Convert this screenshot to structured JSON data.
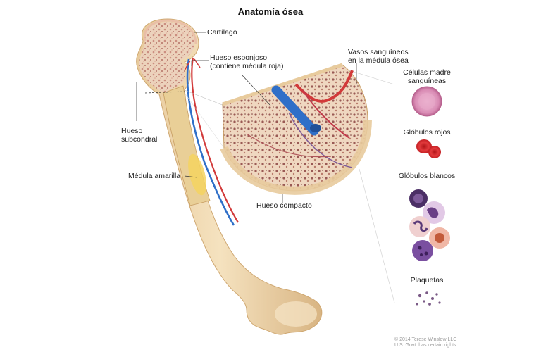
{
  "title": "Anatomía ósea",
  "labels": {
    "cartilago": "Cartílago",
    "hueso_esponjoso_1": "Hueso esponjoso",
    "hueso_esponjoso_2": "(contiene médula roja)",
    "vasos_1": "Vasos sanguíneos",
    "vasos_2": "en la médula ósea",
    "hueso_subcondral_1": "Hueso",
    "hueso_subcondral_2": "subcondral",
    "medula_amarilla": "Médula amarilla",
    "hueso_compacto": "Hueso compacto"
  },
  "cells": {
    "celulas_madre_1": "Células madre",
    "celulas_madre_2": "sanguíneas",
    "globulos_rojos": "Glóbulos rojos",
    "globulos_blancos": "Glóbulos blancos",
    "plaquetas": "Plaquetas"
  },
  "copyright_1": "© 2014 Terese Winslow LLC",
  "copyright_2": "U.S. Govt. has certain rights",
  "colors": {
    "bone": "#f0d9b0",
    "bone_shadow": "#d9b888",
    "spongy": "#e9c8b5",
    "artery": "#d23a3a",
    "vein": "#2f6fc8",
    "marrow_yellow": "#f3dc7a",
    "stem_cell": "#e7a6c8",
    "red_cell": "#d8262a",
    "white_cell": "#8a5aa6",
    "platelet": "#7a5a86"
  }
}
